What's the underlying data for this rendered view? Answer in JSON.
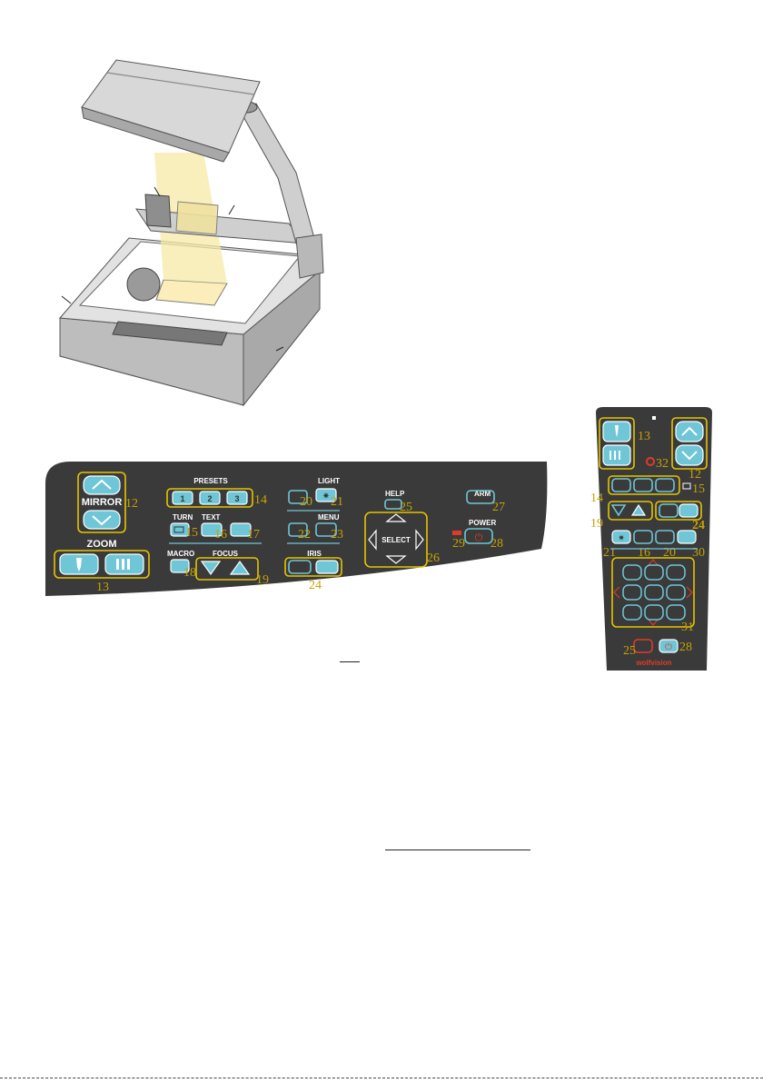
{
  "panel": {
    "labels": {
      "mirror": "MIRROR",
      "zoom": "ZOOM",
      "presets": "PRESETS",
      "light": "LIGHT",
      "help": "HELP",
      "arm": "ARM",
      "turn": "TURN",
      "text": "TEXT",
      "menu": "MENU",
      "select": "SELECT",
      "power": "POWER",
      "macro": "MACRO",
      "focus": "FOCUS",
      "iris": "IRIS"
    },
    "preset_buttons": [
      "1",
      "2",
      "3"
    ],
    "numbers": {
      "n12": "12",
      "n13": "13",
      "n14": "14",
      "n15": "15",
      "n16": "16",
      "n17": "17",
      "n18": "18",
      "n19": "19",
      "n20": "20",
      "n21": "21",
      "n22": "22",
      "n23": "23",
      "n24": "24",
      "n25": "25",
      "n26": "26",
      "n27": "27",
      "n28": "28",
      "n29": "29"
    }
  },
  "remote": {
    "numbers": {
      "n13": "13",
      "n32": "32",
      "n12": "12",
      "n14": "14",
      "n15": "15",
      "n19": "19",
      "n24": "24",
      "n21": "21",
      "n16": "16",
      "n20": "20",
      "n30": "30",
      "n31": "31",
      "n25": "25",
      "n28": "28"
    },
    "brand": "wolfvision"
  },
  "colors": {
    "panel": "#3a3a3a",
    "button": "#6fc6d6",
    "callout": "#e5c400",
    "power": "#e03a2a"
  }
}
